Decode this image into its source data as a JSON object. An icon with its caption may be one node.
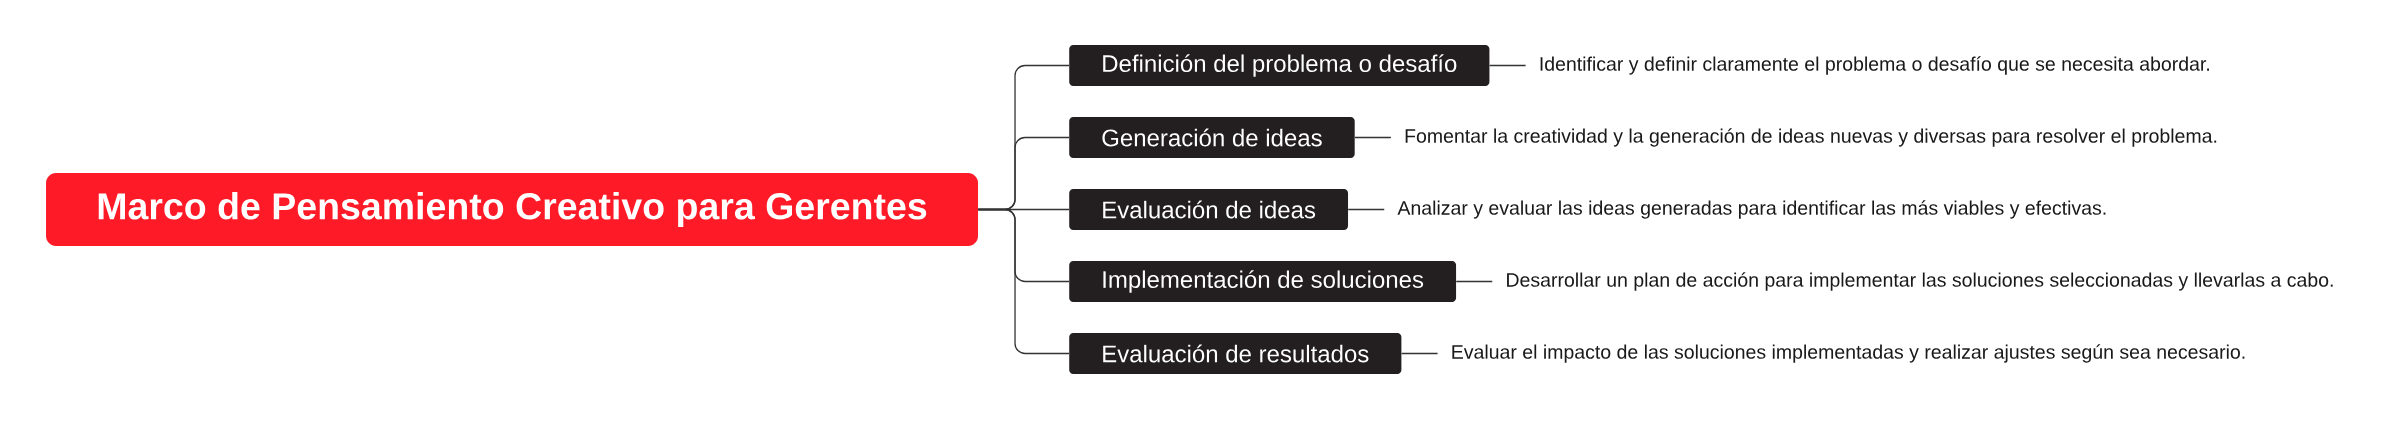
{
  "diagram": {
    "nodes": [
      {
        "text": [
          "Marco de Pensamiento Creativo para Gerentes"
        ]
      },
      {
        "text": [
          "Definición del problema o desafío"
        ]
      },
      {
        "text": [
          "Identificar y definir claramente el problema o desafío que se necesita abordar."
        ]
      },
      {
        "text": [
          "Generación de ideas"
        ]
      },
      {
        "text": [
          "Fomentar la creatividad y la generación de ideas nuevas y diversas para resolver el problema."
        ]
      },
      {
        "text": [
          "Evaluación de ideas"
        ]
      },
      {
        "text": [
          "Analizar y evaluar las ideas generadas para identificar las más viables y efectivas."
        ]
      },
      {
        "text": [
          "Implementación de soluciones"
        ]
      },
      {
        "text": [
          "Desarrollar un plan de acción para implementar las soluciones seleccionadas y llevarlas a cabo."
        ]
      },
      {
        "text": [
          "Evaluación de resultados"
        ]
      },
      {
        "text": [
          "Evaluar el impacto de las soluciones implementadas y realizar ajustes según sea necesario."
        ]
      }
    ],
    "edges": [
      {
        "from": 0,
        "to": 1,
        "arrow": "none"
      },
      {
        "from": 1,
        "to": 2,
        "arrow": "none"
      },
      {
        "from": 0,
        "to": 3,
        "arrow": "none"
      },
      {
        "from": 3,
        "to": 4,
        "arrow": "none"
      },
      {
        "from": 0,
        "to": 5,
        "arrow": "none"
      },
      {
        "from": 5,
        "to": 6,
        "arrow": "none"
      },
      {
        "from": 0,
        "to": 7,
        "arrow": "none"
      },
      {
        "from": 7,
        "to": 8,
        "arrow": "none"
      },
      {
        "from": 0,
        "to": 9,
        "arrow": "none"
      },
      {
        "from": 9,
        "to": 10,
        "arrow": "none"
      }
    ]
  }
}
